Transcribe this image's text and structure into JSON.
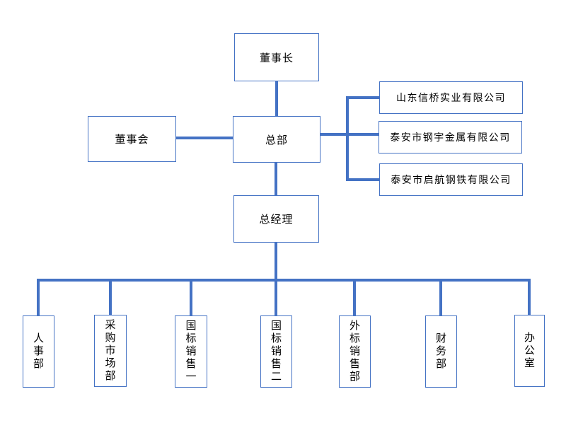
{
  "org_chart": {
    "nodes": {
      "chairman": {
        "label": "董事长"
      },
      "board": {
        "label": "董事会"
      },
      "headquarters": {
        "label": "总部"
      },
      "general_manager": {
        "label": "总经理"
      }
    },
    "subsidiaries": [
      {
        "label": "山东信桥实业有限公司"
      },
      {
        "label": "泰安市钢宇金属有限公司"
      },
      {
        "label": "泰安市启航钢铁有限公司"
      }
    ],
    "departments": [
      {
        "label": "人事部"
      },
      {
        "label": "采购市场部"
      },
      {
        "label": "国标销售一"
      },
      {
        "label": "国标销售二"
      },
      {
        "label": "外标销售部"
      },
      {
        "label": "财务部"
      },
      {
        "label": "办公室"
      }
    ],
    "colors": {
      "connector": "#4472C4",
      "box_border": "#4472C4",
      "box_fill": "#FFFFFF",
      "text": "#000000",
      "background": "#FFFFFF"
    }
  }
}
